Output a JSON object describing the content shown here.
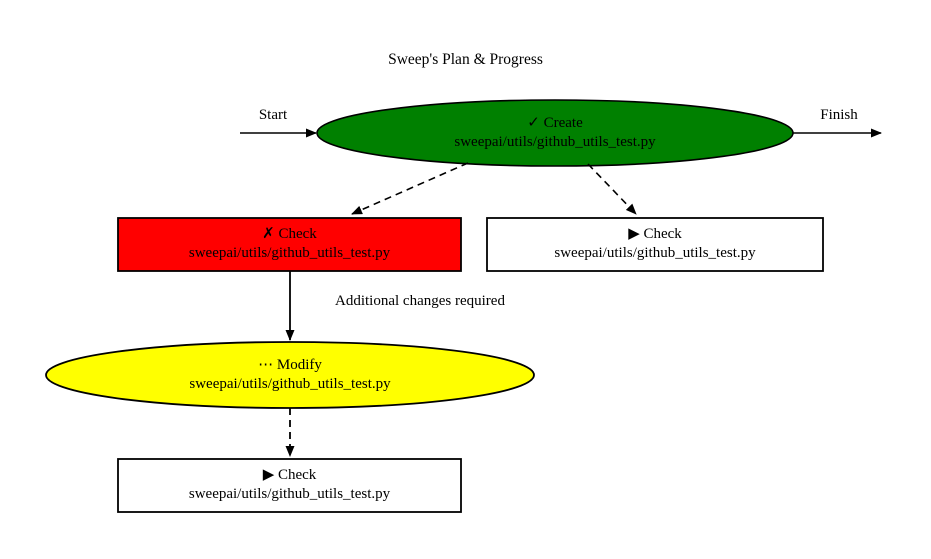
{
  "title": "Sweep's Plan & Progress",
  "terminals": {
    "start_label": "Start",
    "finish_label": "Finish"
  },
  "colors": {
    "create_node_fill": "#008000",
    "check_failed_fill": "#ff0000",
    "modify_node_fill": "#ffff00",
    "check_pending_fill": "#ffffff",
    "stroke": "#000000",
    "background": "#ffffff"
  },
  "nodes": [
    {
      "id": "create",
      "shape": "ellipse",
      "status_glyph": "✓",
      "status_name": "check-mark-icon",
      "action": "Create",
      "line1": "✓ Create",
      "path": "sweepai/utils/github_utils_test.py",
      "fill": "#008000"
    },
    {
      "id": "check-failed",
      "shape": "box",
      "status_glyph": "✗",
      "status_name": "cross-mark-icon",
      "action": "Check",
      "line1": "✗ Check",
      "path": "sweepai/utils/github_utils_test.py",
      "fill": "#ff0000"
    },
    {
      "id": "check-pending-top",
      "shape": "box",
      "status_glyph": "▶",
      "status_name": "play-triangle-icon",
      "action": "Check",
      "line1": "▶ Check",
      "path": "sweepai/utils/github_utils_test.py",
      "fill": "#ffffff"
    },
    {
      "id": "modify",
      "shape": "ellipse",
      "status_glyph": "⋯",
      "status_name": "ellipsis-icon",
      "action": "Modify",
      "line1": "⋯ Modify",
      "path": "sweepai/utils/github_utils_test.py",
      "fill": "#ffff00"
    },
    {
      "id": "check-pending-bottom",
      "shape": "box",
      "status_glyph": "▶",
      "status_name": "play-triangle-icon",
      "action": "Check",
      "line1": "▶ Check",
      "path": "sweepai/utils/github_utils_test.py",
      "fill": "#ffffff"
    }
  ],
  "edges": [
    {
      "id": "start-to-create",
      "from": "start",
      "to": "create",
      "style": "solid",
      "label": "Start"
    },
    {
      "id": "create-to-finish",
      "from": "create",
      "to": "finish",
      "style": "solid",
      "label": "Finish"
    },
    {
      "id": "create-to-check-failed",
      "from": "create",
      "to": "check-failed",
      "style": "dashed",
      "label": ""
    },
    {
      "id": "create-to-check-pending-top",
      "from": "create",
      "to": "check-pending-top",
      "style": "dashed",
      "label": ""
    },
    {
      "id": "check-failed-to-modify",
      "from": "check-failed",
      "to": "modify",
      "style": "solid",
      "label": "Additional changes required"
    },
    {
      "id": "modify-to-check-pending-bottom",
      "from": "modify",
      "to": "check-pending-bottom",
      "style": "dashed",
      "label": ""
    }
  ],
  "edge_labels": {
    "additional_changes": "Additional changes required"
  }
}
